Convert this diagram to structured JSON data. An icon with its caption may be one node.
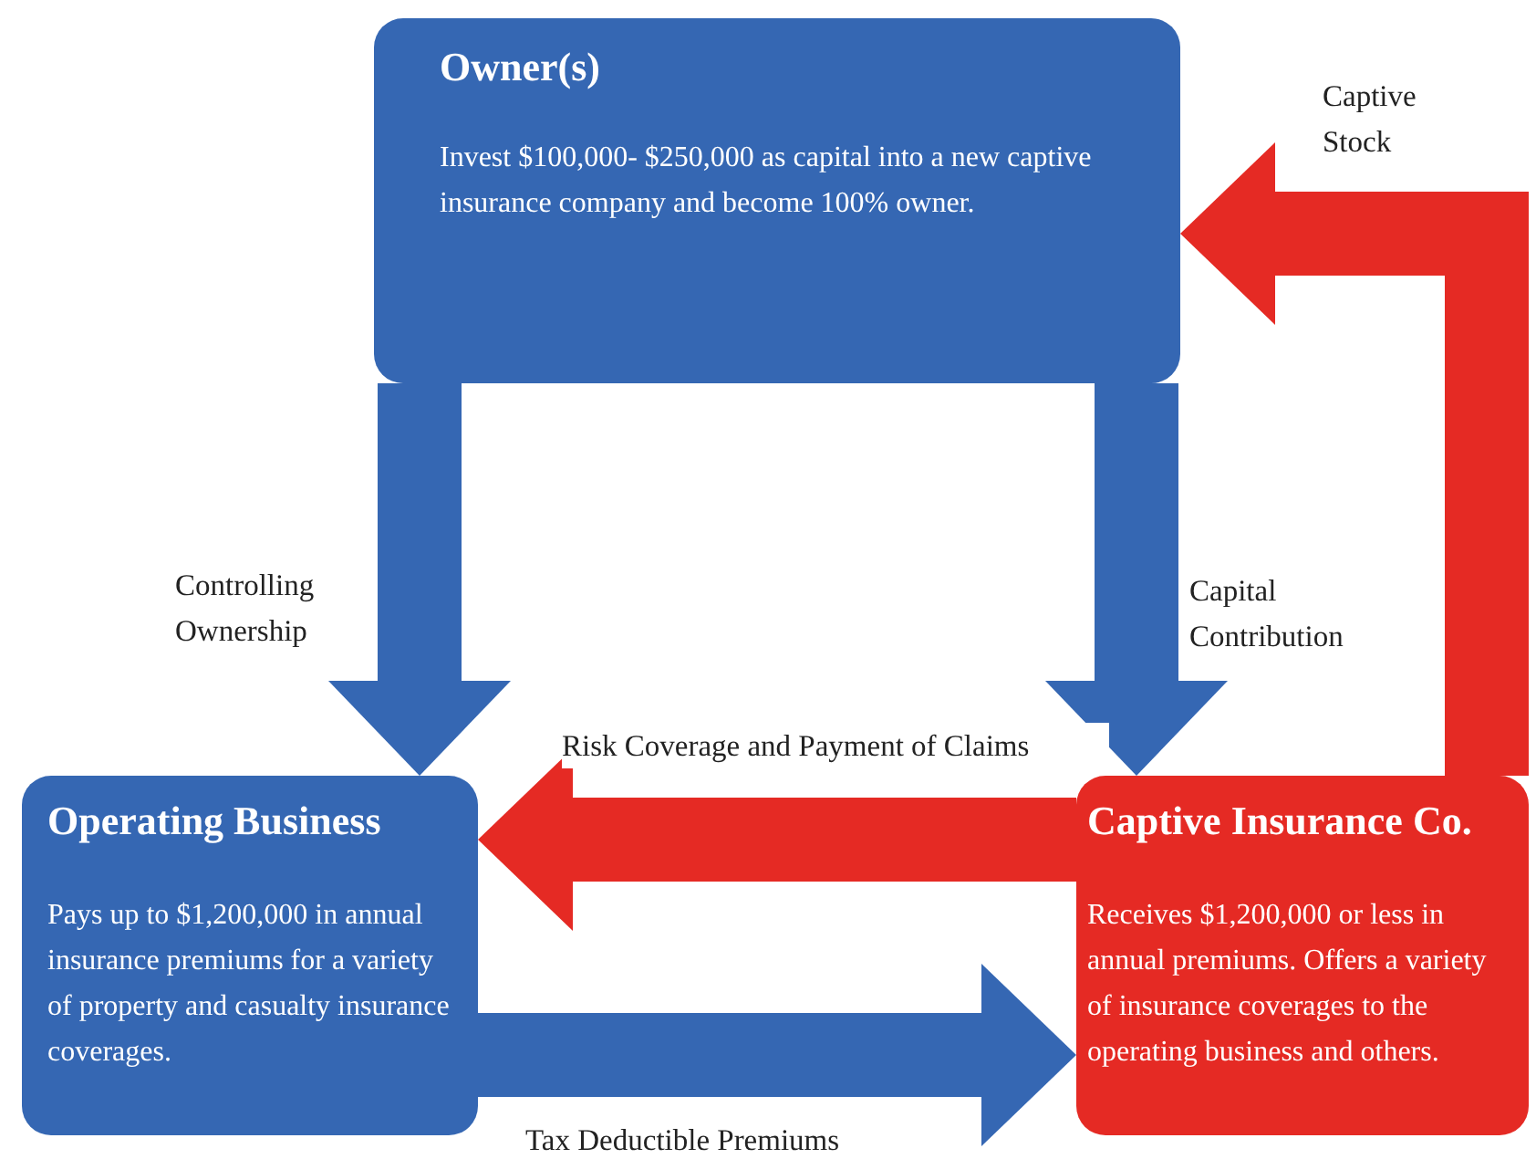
{
  "diagram": {
    "nodes": [
      {
        "text": [
          "Owner(s)",
          "Invest $100,000- $250,000 as capital into a new captive insurance company and become 100% owner."
        ]
      },
      {
        "text": [
          "Operating Business",
          "Pays up to $1,200,000 in annual insurance premiums for a variety of property and casualty insurance coverages."
        ]
      },
      {
        "text": [
          "Captive Insurance Co.",
          "Receives $1,200,000 or less in annual premiums.  Offers a variety of insurance coverages to the operating business and others."
        ]
      }
    ],
    "edges": [
      {
        "from": 0,
        "to": 1,
        "arrow": "to",
        "label": "Controlling Ownership"
      },
      {
        "from": 0,
        "to": 2,
        "arrow": "to",
        "label": "Capital Contribution"
      },
      {
        "from": 2,
        "to": 1,
        "arrow": "to",
        "label": "Risk Coverage and Payment of Claims",
        "color": "#e52a24"
      },
      {
        "from": 1,
        "to": 2,
        "arrow": "to",
        "label": "Tax Deductible Premiums"
      },
      {
        "from": 2,
        "to": 0,
        "arrow": "to",
        "label": "Captive Stock",
        "color": "#e52a24"
      }
    ]
  }
}
